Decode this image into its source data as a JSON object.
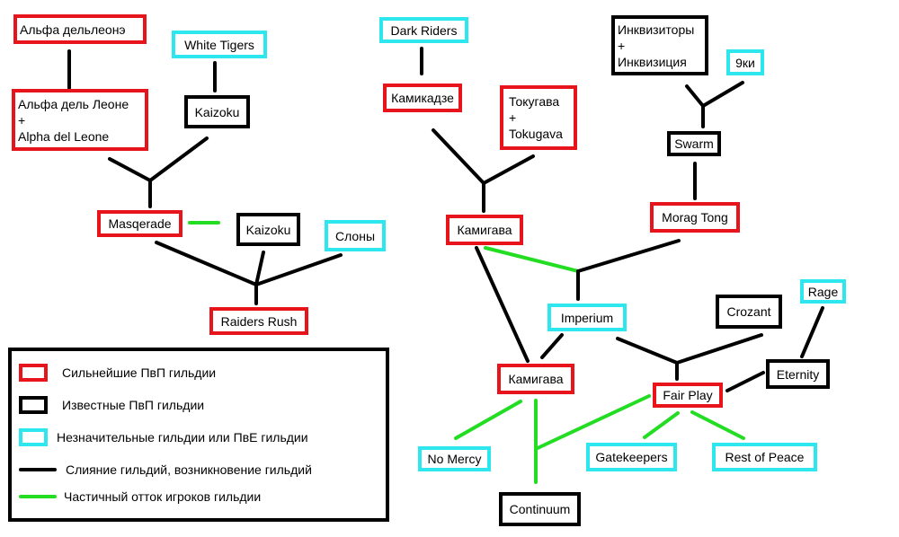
{
  "colors": {
    "strong": "#e8141c",
    "known": "#000000",
    "minor": "#2ee6ee",
    "merge_line": "#000000",
    "outflow_line": "#22dd22"
  },
  "nodes": {
    "alfa_delleone_old": {
      "label": "Альфа дельлеонэ",
      "category": "strong"
    },
    "alfa_del_leone": {
      "label": "Альфа дель Леоне\n+\nAlpha del Leone",
      "category": "strong"
    },
    "white_tigers": {
      "label": "White Tigers",
      "category": "minor"
    },
    "kaizoku_top": {
      "label": "Kaizoku",
      "category": "known"
    },
    "masqerade": {
      "label": "Masqerade",
      "category": "strong"
    },
    "kaizoku_mid": {
      "label": "Kaizoku",
      "category": "known"
    },
    "slony": {
      "label": "Слоны",
      "category": "minor"
    },
    "raiders_rush": {
      "label": "Raiders Rush",
      "category": "strong"
    },
    "dark_riders": {
      "label": "Dark Riders",
      "category": "minor"
    },
    "kamikadze": {
      "label": "Камикадзе",
      "category": "strong"
    },
    "tokugava": {
      "label": "Токугава\n+\nTokugava",
      "category": "strong"
    },
    "inkvizitory": {
      "label": "Инквизиторы\n+\nИнквизиция",
      "category": "known"
    },
    "9ki": {
      "label": "9ки",
      "category": "minor"
    },
    "swarm": {
      "label": "Swarm",
      "category": "known"
    },
    "morag_tong": {
      "label": "Morag Tong",
      "category": "strong"
    },
    "kamigava_top": {
      "label": "Камигава",
      "category": "strong"
    },
    "imperium": {
      "label": "Imperium",
      "category": "minor"
    },
    "crozant": {
      "label": "Crozant",
      "category": "known"
    },
    "rage": {
      "label": "Rage",
      "category": "minor"
    },
    "eternity": {
      "label": "Eternity",
      "category": "known"
    },
    "kamigava_bottom": {
      "label": "Камигава",
      "category": "strong"
    },
    "fair_play": {
      "label": "Fair Play",
      "category": "strong"
    },
    "no_mercy": {
      "label": "No Mercy",
      "category": "minor"
    },
    "gatekeepers": {
      "label": "Gatekeepers",
      "category": "minor"
    },
    "rest_of_peace": {
      "label": "Rest of Peace",
      "category": "minor"
    },
    "continuum": {
      "label": "Continuum",
      "category": "known"
    }
  },
  "edges": [
    {
      "from": "alfa_delleone_old",
      "to": "alfa_del_leone",
      "type": "merge"
    },
    {
      "from": "white_tigers",
      "to": "kaizoku_top",
      "type": "merge"
    },
    {
      "from": "alfa_del_leone",
      "to": "masqerade",
      "type": "merge"
    },
    {
      "from": "kaizoku_top",
      "to": "masqerade",
      "type": "merge"
    },
    {
      "from": "masqerade",
      "to": "kaizoku_mid",
      "type": "outflow"
    },
    {
      "from": "masqerade",
      "to": "raiders_rush",
      "type": "merge"
    },
    {
      "from": "kaizoku_mid",
      "to": "raiders_rush",
      "type": "merge"
    },
    {
      "from": "slony",
      "to": "raiders_rush",
      "type": "merge"
    },
    {
      "from": "dark_riders",
      "to": "kamikadze",
      "type": "merge"
    },
    {
      "from": "kamikadze",
      "to": "kamigava_top",
      "type": "merge"
    },
    {
      "from": "tokugava",
      "to": "kamigava_top",
      "type": "merge"
    },
    {
      "from": "inkvizitory",
      "to": "swarm",
      "type": "merge"
    },
    {
      "from": "9ki",
      "to": "swarm",
      "type": "merge"
    },
    {
      "from": "swarm",
      "to": "morag_tong",
      "type": "merge"
    },
    {
      "from": "kamigava_top",
      "to": "imperium",
      "type": "outflow"
    },
    {
      "from": "morag_tong",
      "to": "imperium",
      "type": "merge"
    },
    {
      "from": "kamigava_top",
      "to": "kamigava_bottom",
      "type": "merge"
    },
    {
      "from": "imperium",
      "to": "kamigava_bottom",
      "type": "merge"
    },
    {
      "from": "imperium",
      "to": "fair_play",
      "type": "merge"
    },
    {
      "from": "crozant",
      "to": "fair_play",
      "type": "merge"
    },
    {
      "from": "rage",
      "to": "eternity",
      "type": "merge"
    },
    {
      "from": "eternity",
      "to": "fair_play",
      "type": "merge"
    },
    {
      "from": "kamigava_bottom",
      "to": "no_mercy",
      "type": "outflow"
    },
    {
      "from": "kamigava_bottom",
      "to": "continuum",
      "type": "outflow"
    },
    {
      "from": "fair_play",
      "to": "continuum",
      "type": "outflow"
    },
    {
      "from": "fair_play",
      "to": "gatekeepers",
      "type": "outflow"
    },
    {
      "from": "fair_play",
      "to": "rest_of_peace",
      "type": "outflow"
    }
  ],
  "legend": {
    "items": [
      {
        "label": "Сильнейшие ПвП гильдии",
        "kind": "box",
        "category": "strong"
      },
      {
        "label": "Известные ПвП гильдии",
        "kind": "box",
        "category": "known"
      },
      {
        "label": "Незначительные гильдии или ПвЕ гильдии",
        "kind": "box",
        "category": "minor"
      },
      {
        "label": "Слияние гильдий, возникновение гильдий",
        "kind": "line",
        "type": "merge"
      },
      {
        "label": "Частичный отток игроков гильдии",
        "kind": "line",
        "type": "outflow"
      }
    ]
  }
}
